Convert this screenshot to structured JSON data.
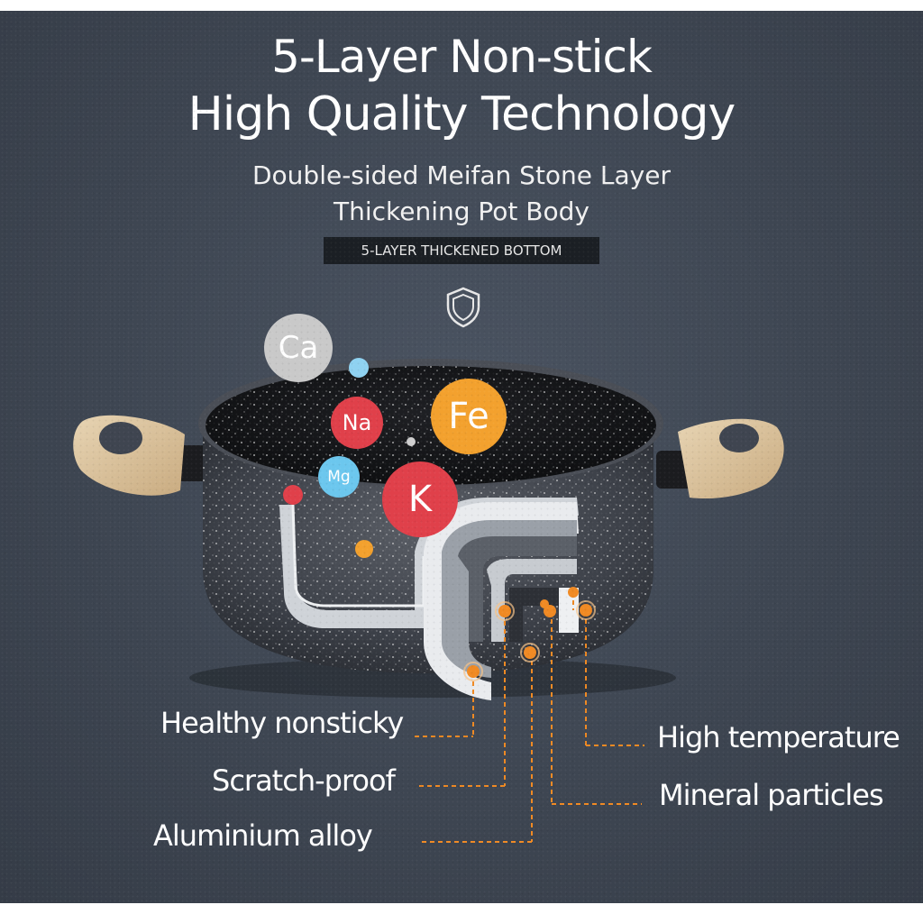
{
  "header": {
    "title_line1": "5-Layer Non-stick",
    "title_line2": "High Quality Technology",
    "subtitle_line1": "Double-sided Meifan Stone Layer",
    "subtitle_line2": "Thickening Pot Body",
    "badge": "5-LAYER THICKENED BOTTOM"
  },
  "minerals": {
    "ca": "Ca",
    "na": "Na",
    "fe": "Fe",
    "mg": "Mg",
    "k": "K"
  },
  "layers": {
    "healthy": "Healthy nonsticky",
    "scratch": "Scratch-proof",
    "aluminium": "Aluminium alloy",
    "high_temp": "High temperature",
    "mineral": "Mineral particles"
  },
  "colors": {
    "background": "#3e4652",
    "accent_orange": "#f08a24",
    "na_red": "#e0404a",
    "fe_orange": "#f3a12e",
    "mg_blue": "#6cc7ee",
    "ca_gray": "#c9c9c9"
  }
}
